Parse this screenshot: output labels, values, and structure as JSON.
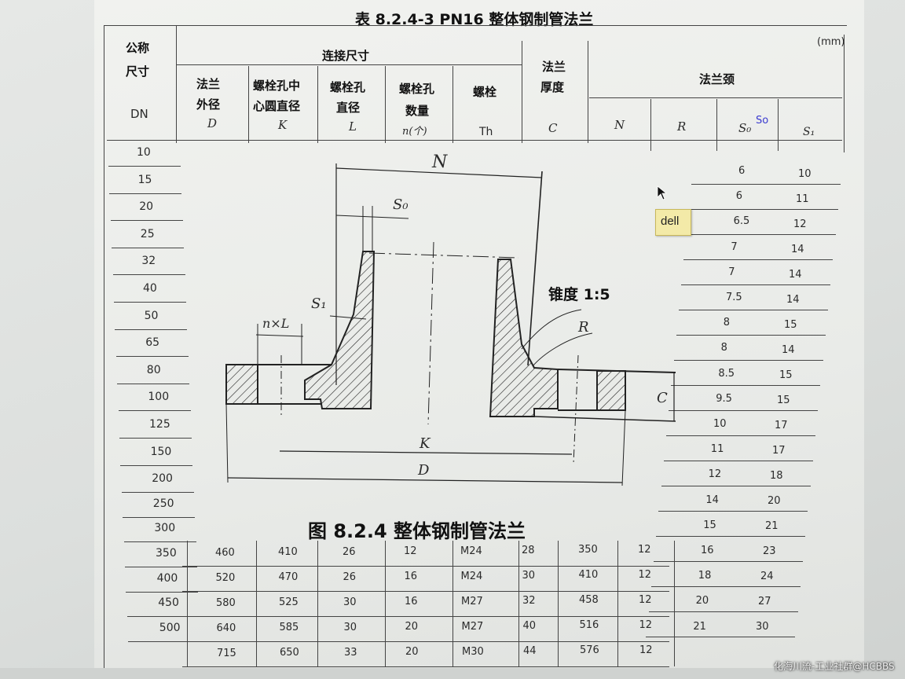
{
  "table_title": "表 8.2.4-3   PN16 整体钢制管法兰",
  "unit": "(mm)",
  "headers": {
    "nominal": [
      "公称",
      "尺寸",
      "DN"
    ],
    "connection": "连接尺寸",
    "D": [
      "法兰",
      "外径",
      "D"
    ],
    "K": [
      "螺栓孔中",
      "心圆直径",
      "K"
    ],
    "L": [
      "螺栓孔",
      "直径",
      "L"
    ],
    "n": [
      "螺栓孔",
      "数量",
      "n(个)"
    ],
    "Th": [
      "螺栓",
      "Th"
    ],
    "C": [
      "法兰",
      "厚度",
      "C"
    ],
    "neck": "法兰颈",
    "N": "N",
    "R": "R",
    "S0": "S₀",
    "S0_note": "So",
    "S1": "S₁"
  },
  "dn_values": [
    "10",
    "15",
    "20",
    "25",
    "32",
    "40",
    "50",
    "65",
    "80",
    "100",
    "125",
    "150",
    "200",
    "250",
    "300",
    "350",
    "400",
    "450",
    "500"
  ],
  "s0_values": [
    "6",
    "6",
    "6.5",
    "7",
    "7",
    "7.5",
    "8",
    "8",
    "8.5",
    "9.5",
    "10",
    "11",
    "12",
    "14",
    "15",
    "16",
    "18",
    "20",
    "21"
  ],
  "s1_values": [
    "10",
    "11",
    "12",
    "14",
    "14",
    "14",
    "15",
    "14",
    "15",
    "15",
    "17",
    "17",
    "18",
    "20",
    "21",
    "23",
    "24",
    "27",
    "30"
  ],
  "bottom_rows": [
    {
      "D": "460",
      "K": "410",
      "L": "26",
      "n": "12",
      "Th": "M24",
      "C": "28",
      "N": "350",
      "R": "12"
    },
    {
      "D": "520",
      "K": "470",
      "L": "26",
      "n": "16",
      "Th": "M24",
      "C": "30",
      "N": "410",
      "R": "12"
    },
    {
      "D": "580",
      "K": "525",
      "L": "30",
      "n": "16",
      "Th": "M27",
      "C": "32",
      "N": "458",
      "R": "12"
    },
    {
      "D": "640",
      "K": "585",
      "L": "30",
      "n": "20",
      "Th": "M27",
      "C": "40",
      "N": "516",
      "R": "12"
    },
    {
      "D": "715",
      "K": "650",
      "L": "33",
      "n": "20",
      "Th": "M30",
      "C": "44",
      "N": "576",
      "R": "12"
    }
  ],
  "diagram": {
    "caption": "图 8.2.4   整体钢制管法兰",
    "label_N": "N",
    "label_S0": "S₀",
    "label_S1": "S₁",
    "label_nxL": "n×L",
    "label_taper": "锥度 1:5",
    "label_R": "R",
    "label_C": "C",
    "label_K": "K",
    "label_D": "D"
  },
  "tooltip": "dell",
  "watermark": "化海川流-工业社群@HCBBS"
}
